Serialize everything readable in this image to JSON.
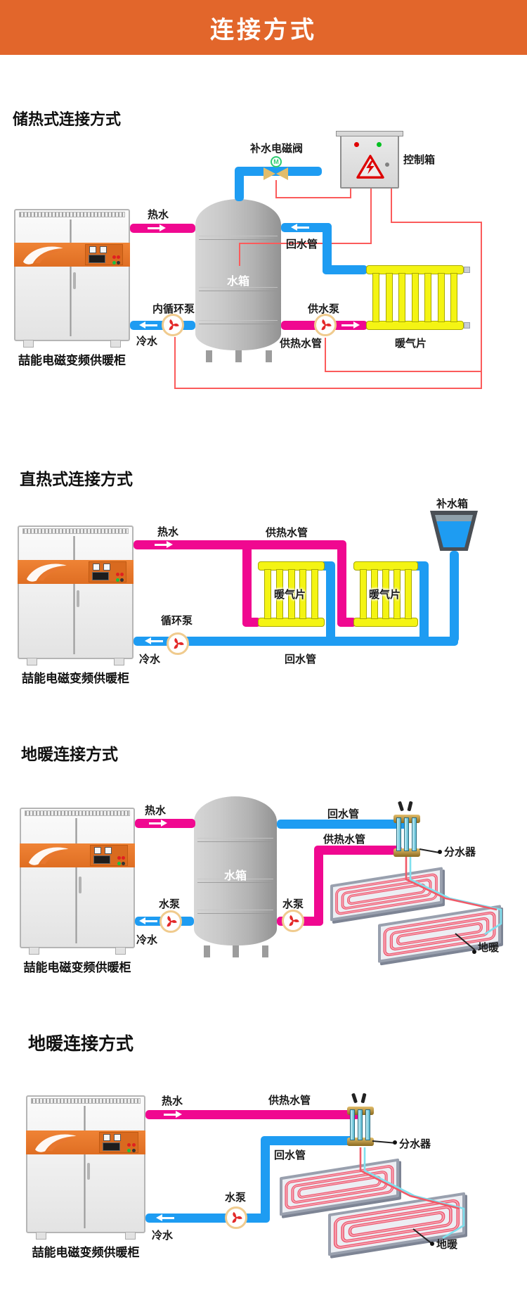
{
  "banner": {
    "title": "连接方式"
  },
  "colors": {
    "banner_orange": "#E2662B",
    "hot_pipe_pink": "#F00890",
    "cold_pipe_blue": "#1E9CF2",
    "radiator_yellow": "#F4F414",
    "control_wire_red": "#FB5B5B",
    "cabinet_band_orange": "#E8772F",
    "tank_gray": "#B5B5B5",
    "floor_coil_pink": "#EC5B73",
    "valve_green": "#2ECC71"
  },
  "sections": [
    {
      "id": "storage",
      "heading": "储热式连接方式",
      "cabinet_label": "喆能电磁变频供暖柜",
      "labels": {
        "makeup_valve": "补水电磁阀",
        "valve_motor": "M",
        "control_box": "控制箱",
        "hot_water": "热水",
        "return_pipe": "回水管",
        "tank": "水箱",
        "inner_pump": "内循环泵",
        "cold_water": "冷水",
        "supply_pump": "供水泵",
        "supply_pipe": "供热水管",
        "radiator": "暖气片"
      }
    },
    {
      "id": "direct",
      "heading": "直热式连接方式",
      "cabinet_label": "喆能电磁变频供暖柜",
      "labels": {
        "hot_water": "热水",
        "supply_pipe": "供热水管",
        "makeup_tank": "补水箱",
        "radiator_left": "暖气片",
        "radiator_right": "暖气片",
        "circ_pump": "循环泵",
        "cold_water": "冷水",
        "return_pipe": "回水管"
      }
    },
    {
      "id": "floor1",
      "heading": "地暖连接方式",
      "cabinet_label": "喆能电磁变频供暖柜",
      "labels": {
        "hot_water": "热水",
        "tank": "水箱",
        "return_pipe": "回水管",
        "supply_pipe": "供热水管",
        "manifold": "分水器",
        "pump_left": "水泵",
        "pump_right": "水泵",
        "cold_water": "冷水",
        "floor_heating": "地暖"
      }
    },
    {
      "id": "floor2",
      "heading": "地暖连接方式",
      "cabinet_label": "喆能电磁变频供暖柜",
      "labels": {
        "hot_water": "热水",
        "supply_pipe": "供热水管",
        "return_pipe": "回水管",
        "manifold": "分水器",
        "pump": "水泵",
        "cold_water": "冷水",
        "floor_heating": "地暖"
      }
    }
  ]
}
